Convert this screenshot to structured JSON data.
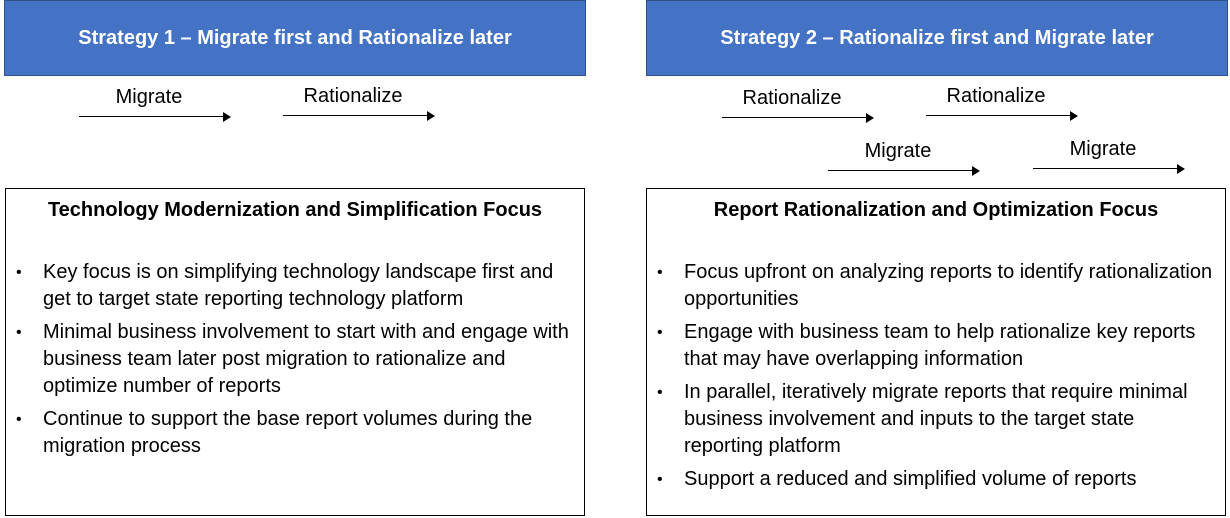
{
  "strategy1": {
    "title": "Strategy 1 – Migrate first and Rationalize later",
    "flow": [
      "Migrate",
      "Rationalize"
    ],
    "box": {
      "title": "Technology Modernization and Simplification Focus",
      "bullets": [
        "Key focus is on simplifying technology landscape first and get to target state reporting technology platform",
        "Minimal business involvement to start with and engage with business team later post migration to rationalize and optimize number of reports",
        "Continue to support the base report volumes during the migration process"
      ]
    }
  },
  "strategy2": {
    "title": "Strategy 2 – Rationalize first and Migrate later",
    "flow": [
      "Rationalize",
      "Rationalize",
      "Migrate",
      "Migrate"
    ],
    "box": {
      "title": "Report Rationalization and Optimization Focus",
      "bullets": [
        "Focus upfront on analyzing reports to identify rationalization opportunities",
        "Engage with business team to help rationalize key reports that may have overlapping information",
        "In parallel, iteratively migrate reports that require minimal business involvement and inputs to the target state reporting platform",
        "Support a reduced and simplified volume of reports"
      ]
    }
  },
  "bullet_glyph": "•"
}
